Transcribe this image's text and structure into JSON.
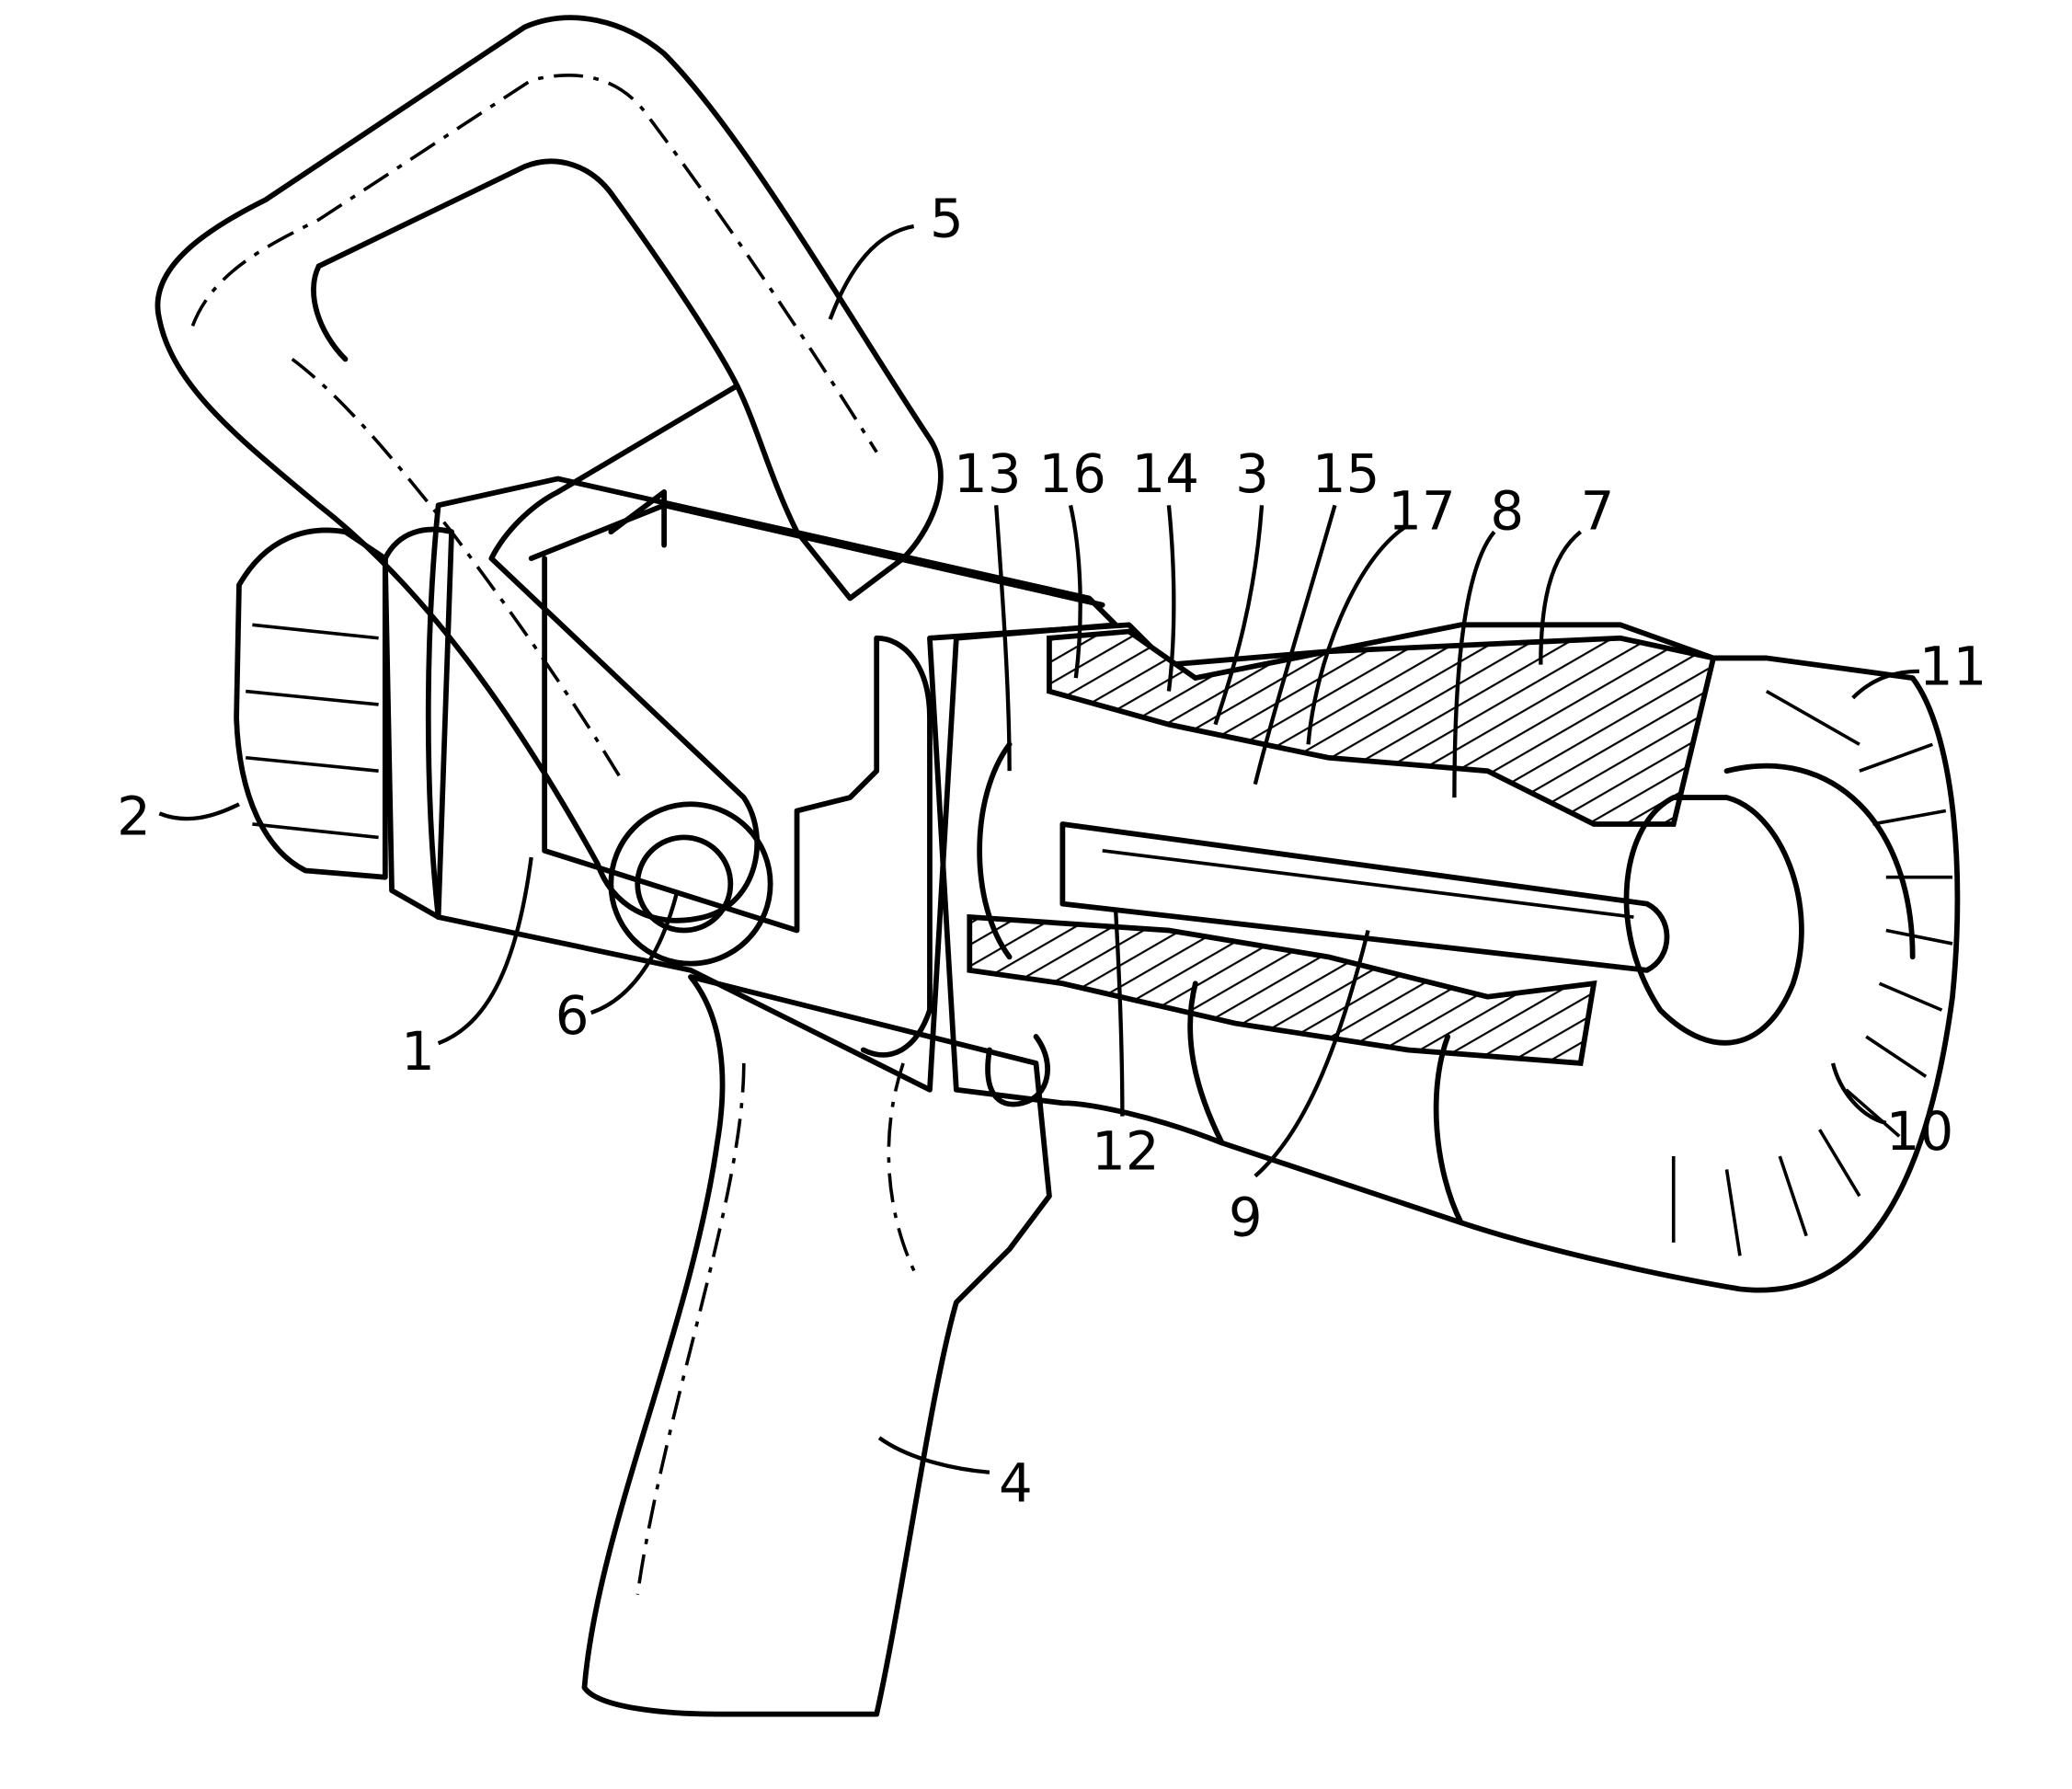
{
  "figure": {
    "type": "patent line drawing (cutaway perspective view of a fire hose nozzle)",
    "reference_numerals": {
      "r1": "1",
      "r2": "2",
      "r3": "3",
      "r4": "4",
      "r5": "5",
      "r6": "6",
      "r7": "7",
      "r8": "8",
      "r9": "9",
      "r10": "10",
      "r11": "11",
      "r12": "12",
      "r13": "13",
      "r14": "14",
      "r15": "15",
      "r16": "16",
      "r17": "17"
    }
  }
}
